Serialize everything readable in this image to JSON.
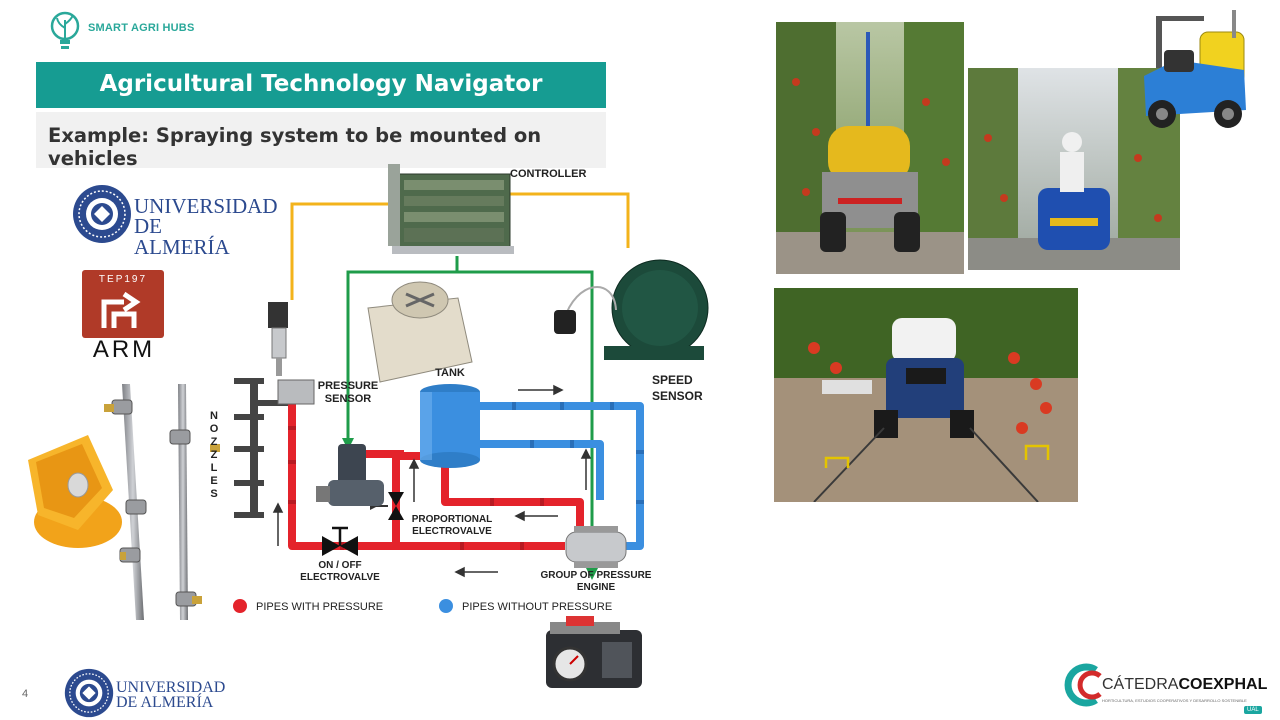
{
  "brand": {
    "name": "SMART AGRI HUBS",
    "color": "#2aa89a"
  },
  "title": {
    "text": "Agricultural Technology Navigator",
    "bg": "#169c92"
  },
  "subtitle": "Example: Spraying system to be mounted on vehicles",
  "university": {
    "line1": "UNIVERSIDAD",
    "line2": "DE ALMERÍA"
  },
  "group_logo": {
    "top": "TEP197",
    "bottom": "ARM",
    "color": "#b03a28"
  },
  "diagram": {
    "labels": {
      "controller": "CONTROLLER",
      "pressure_sensor": "PRESSURE\nSENSOR",
      "tank": "TANK",
      "speed_sensor": "SPEED\nSENSOR",
      "nozzles": "NOZZLES",
      "proportional_valve": "PROPORTIONAL\nELECTROVALVE",
      "on_off_valve": "ON / OFF\nELECTROVALVE",
      "pump_group": "GROUP OF PRESSURE\nENGINE"
    },
    "legend": [
      {
        "label": "PIPES WITH PRESSURE",
        "color": "#e4232b"
      },
      {
        "label": "PIPES WITHOUT PRESSURE",
        "color": "#3b8fe0"
      }
    ],
    "colors": {
      "signal_orange": "#f3b31b",
      "signal_green": "#1f9c4a",
      "pressure": "#e4232b",
      "no_pressure": "#3b8fe0"
    }
  },
  "footer": {
    "page_number": "4",
    "sponsor": {
      "prefix": "CÁTEDRA",
      "suffix": "COEXPHAL",
      "tagline": "HORTICULTURA, ESTUDIOS COOPERATIVOS Y DESARROLLO SOSTENIBLE",
      "badge": "UAL"
    }
  }
}
